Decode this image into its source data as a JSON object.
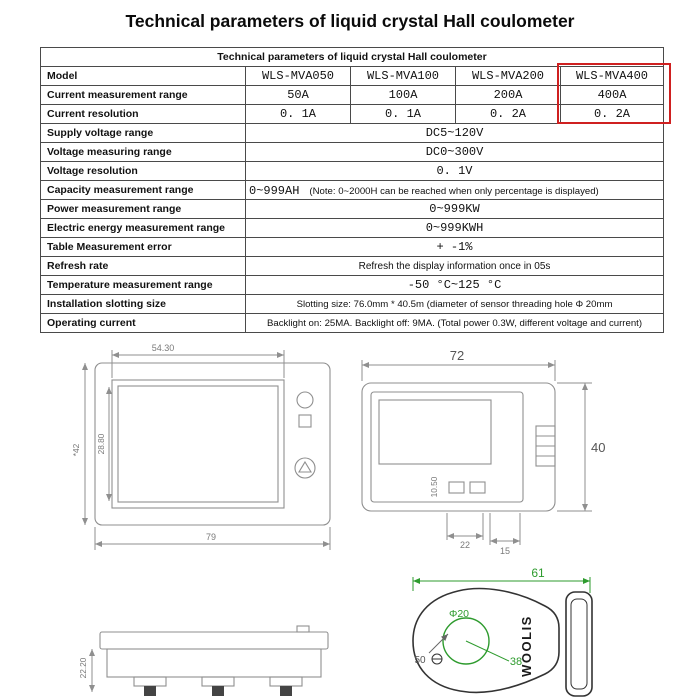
{
  "title": "Technical parameters of liquid crystal Hall coulometer",
  "colors": {
    "highlight_red": "#cf2020",
    "sensor_green": "#2e9b2e"
  },
  "table": {
    "header": "Technical parameters of liquid crystal Hall coulometer",
    "rows": {
      "model": {
        "label": "Model",
        "values": [
          "WLS-MVA050",
          "WLS-MVA100",
          "WLS-MVA200",
          "WLS-MVA400"
        ]
      },
      "current_range": {
        "label": "Current measurement range",
        "values": [
          "50A",
          "100A",
          "200A",
          "400A"
        ]
      },
      "current_resolution": {
        "label": "Current resolution",
        "values": [
          "0. 1A",
          "0. 1A",
          "0. 2A",
          "0. 2A"
        ]
      },
      "supply_voltage": {
        "label": "Supply voltage range",
        "value": "DC5~120V"
      },
      "voltage_range": {
        "label": "Voltage measuring range",
        "value": "DC0~300V"
      },
      "voltage_resolution": {
        "label": "Voltage resolution",
        "value": "0. 1V"
      },
      "capacity_range": {
        "label": "Capacity measurement range",
        "value": "0~999AH",
        "note": "(Note: 0~2000H can be reached when only percentage is displayed)"
      },
      "power_range": {
        "label": "Power measurement range",
        "value": "0~999KW"
      },
      "energy_range": {
        "label": "Electric energy measurement range",
        "value": "0~999KWH"
      },
      "error": {
        "label": "Table Measurement error",
        "value": "+ -1%"
      },
      "refresh": {
        "label": "Refresh rate",
        "value": "Refresh the display information once in 05s"
      },
      "temperature": {
        "label": "Temperature measurement range",
        "value": "-50 °C~125 °C"
      },
      "slotting": {
        "label": "Installation slotting size",
        "value": "Slotting size: 76.0mm * 40.5m (diameter of sensor threading hole Φ 20mm"
      },
      "operating_current": {
        "label": "Operating current",
        "value": "Backlight on: 25MA. Backlight off: 9MA. (Total power 0.3W, different voltage and current)"
      }
    }
  },
  "diagrams": {
    "front_view": {
      "dim_top": "54.30",
      "dim_bottom": "79",
      "dim_left_outer": "*42",
      "dim_left_inner": "28.80"
    },
    "rear_view": {
      "dim_top": "72",
      "dim_right": "40",
      "dim_bottom_left": "22",
      "dim_bottom_right": "15",
      "dim_inner": "10.50"
    },
    "side_view": {
      "dim_left": "22.20"
    },
    "sensor": {
      "dim_top": "61",
      "hole_label": "Φ20",
      "dim_diag": "38",
      "dim_bottom": "50",
      "brand": "WOOLIS"
    }
  }
}
